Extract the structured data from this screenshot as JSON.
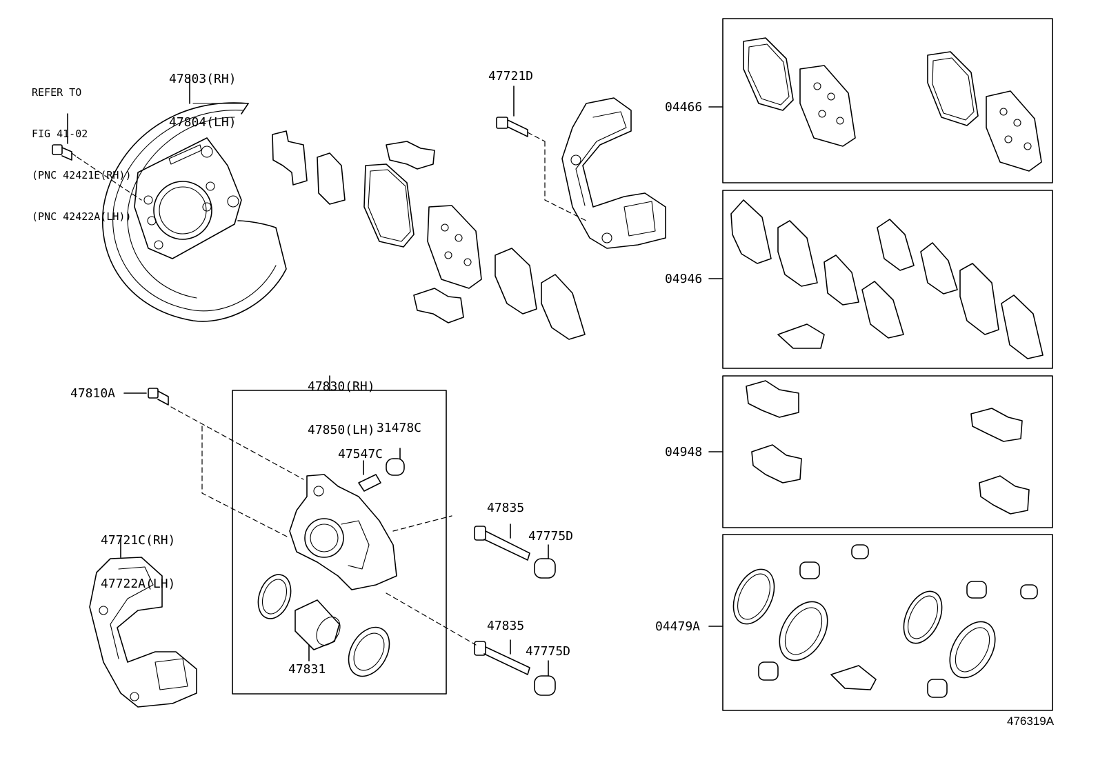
{
  "note": {
    "lines": [
      "REFER TO",
      "FIG 41-02",
      "(PNC 42421E(RH))",
      "(PNC 42422A(LH))"
    ]
  },
  "labels": {
    "dust_cover": [
      "47803(RH)",
      "47804(LH)"
    ],
    "bolt_top": "47721D",
    "caliper_assy": [
      "47830(RH)",
      "47850(LH)"
    ],
    "bleeder_bolt": "47810A",
    "cap": "31478C",
    "plug": "47547C",
    "mount": [
      "47721C(RH)",
      "47722A(LH)"
    ],
    "slide_pin_upper": "47835",
    "boot_upper": "47775D",
    "slide_pin_lower": "47835",
    "boot_lower": "47775D",
    "piston": "47831"
  },
  "kits": {
    "pad_kit": "04466",
    "shim_kit": "04946",
    "fitting_kit": "04948",
    "cylinder_kit": "04479A"
  },
  "figure_id": "476319A"
}
